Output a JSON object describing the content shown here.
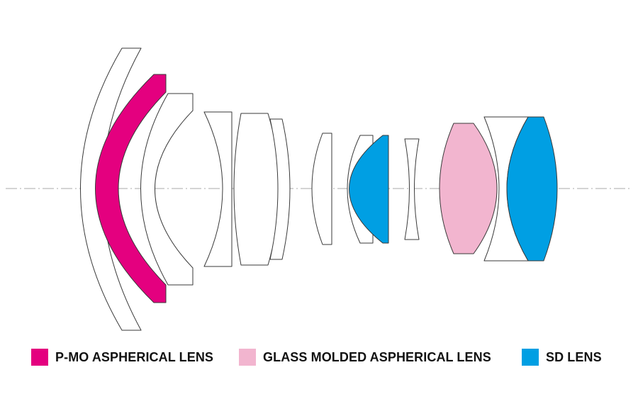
{
  "colors": {
    "background": "#ffffff",
    "outline": "#3a3a3a",
    "axis": "#a9a9a9",
    "plain_element": "#ffffff",
    "pmo_aspherical": "#e4007f",
    "glass_molded_aspherical": "#f2b5cf",
    "sd": "#009fe3"
  },
  "legend": [
    {
      "id": "pmo",
      "label": "P-MO ASPHERICAL LENS",
      "color": "#e4007f"
    },
    {
      "id": "glass",
      "label": "GLASS MOLDED ASPHERICAL LENS",
      "color": "#f2b5cf"
    },
    {
      "id": "sd",
      "label": "SD LENS",
      "color": "#009fe3"
    }
  ]
}
